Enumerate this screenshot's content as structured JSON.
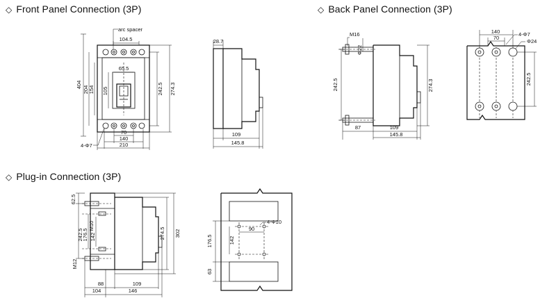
{
  "headings": {
    "front": "Front Panel Connection (3P)",
    "back": "Back Panel Connection (3P)",
    "plug": "Plug-in Connection (3P)",
    "diamond": "◇"
  },
  "front": {
    "arc_spacer": "arc spacer",
    "d104_5": "104.5",
    "d65_5": "65.5",
    "d404": "404",
    "d204": "204",
    "d154": "154",
    "d105": "105",
    "d242_5": "242.5",
    "d274_3": "274.3",
    "d70": "70",
    "d140": "140",
    "d210": "210",
    "holes": "4-Φ7"
  },
  "front_side": {
    "d28_7": "28.7",
    "d109": "109",
    "d145_8": "145.8"
  },
  "back": {
    "m16": "M16",
    "phi22": "Φ22",
    "d242_5": "242.5",
    "d274_3": "274.3",
    "d87": "87",
    "d109": "109",
    "d145_8": "145.8"
  },
  "back_panel": {
    "d140": "140",
    "d70": "70",
    "holes": "4-Φ7",
    "phi24": "Φ24",
    "d242_5": "242.5"
  },
  "plug": {
    "d62_5": "62.5",
    "d242_5": "242.5",
    "d176_5": "176.5",
    "m10": "M10",
    "d142": "142",
    "m12": "M12",
    "d274_5": "274.5",
    "d302": "302",
    "d88": "88",
    "d109": "109",
    "d104": "104",
    "d146": "146"
  },
  "plug_panel": {
    "holes": "4-Φ10",
    "d90": "90",
    "d176_5": "176.5",
    "d142": "142",
    "d63": "63"
  }
}
